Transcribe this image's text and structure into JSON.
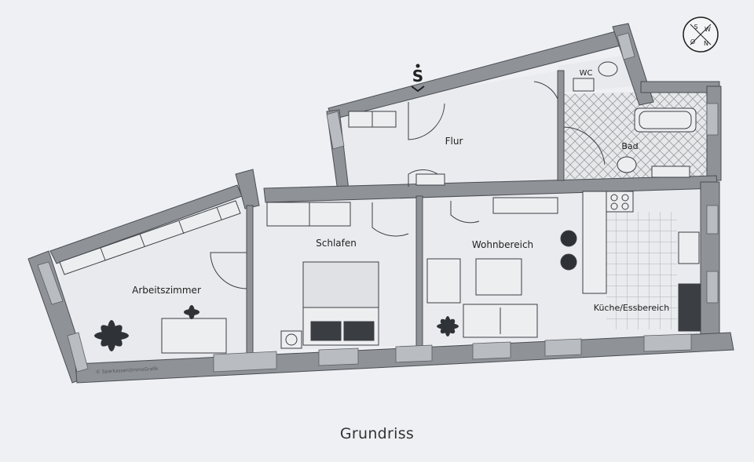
{
  "rooms": {
    "arbeitszimmer": "Arbeitszimmer",
    "schlafen": "Schlafen",
    "flur": "Flur",
    "wc": "WC",
    "bad": "Bad",
    "wohnbereich": "Wohnbereich",
    "kueche": "Küche/Essbereich"
  },
  "compass": {
    "letters": [
      "S",
      "W",
      "N",
      "O"
    ]
  },
  "entrance_icon": "savings-bank-s-logo",
  "watermark": "© Sparkassen|ImmoGrafik",
  "caption": "Grundriss"
}
